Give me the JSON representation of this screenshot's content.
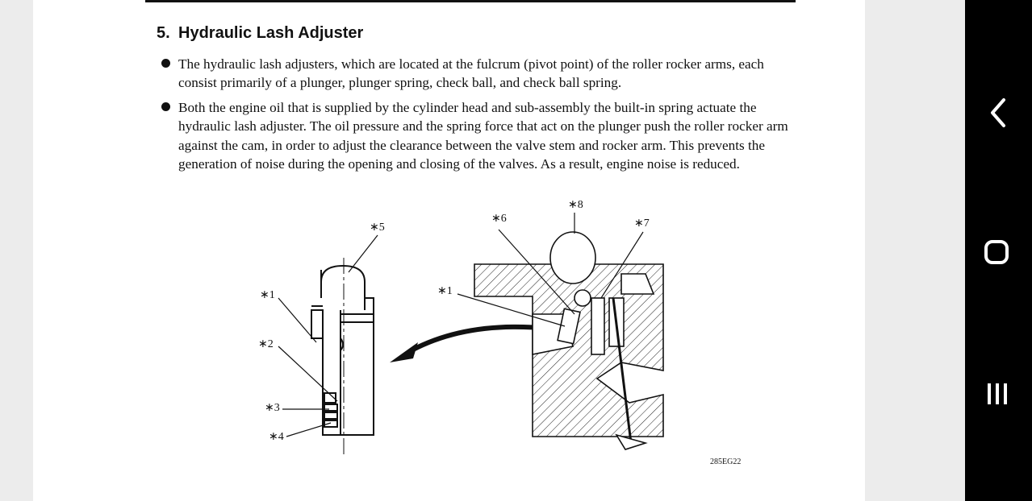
{
  "section": {
    "number": "5.",
    "title": "Hydraulic Lash Adjuster"
  },
  "bullets": [
    "The hydraulic lash adjusters, which are located at the fulcrum (pivot point) of the roller rocker arms, each consist primarily of a plunger, plunger spring, check ball, and check ball spring.",
    "Both the engine oil that is supplied by the cylinder head and sub-assembly the built-in spring actuate the hydraulic lash adjuster. The oil pressure and the spring force that act on the plunger push the roller rocker arm against the cam, in order to adjust the clearance between the valve stem and rocker arm. This prevents the generation of noise during the opening and closing of the valves. As a result, engine noise is reduced."
  ],
  "figure": {
    "callouts": {
      "c1_left": "∗1",
      "c2": "∗2",
      "c3": "∗3",
      "c4": "∗4",
      "c5": "∗5",
      "c1_right": "∗1",
      "c6": "∗6",
      "c7": "∗7",
      "c8": "∗8"
    },
    "code": "285EG22"
  },
  "navbar": {
    "back": "back-icon",
    "home": "home-icon",
    "recents": "recents-icon"
  }
}
